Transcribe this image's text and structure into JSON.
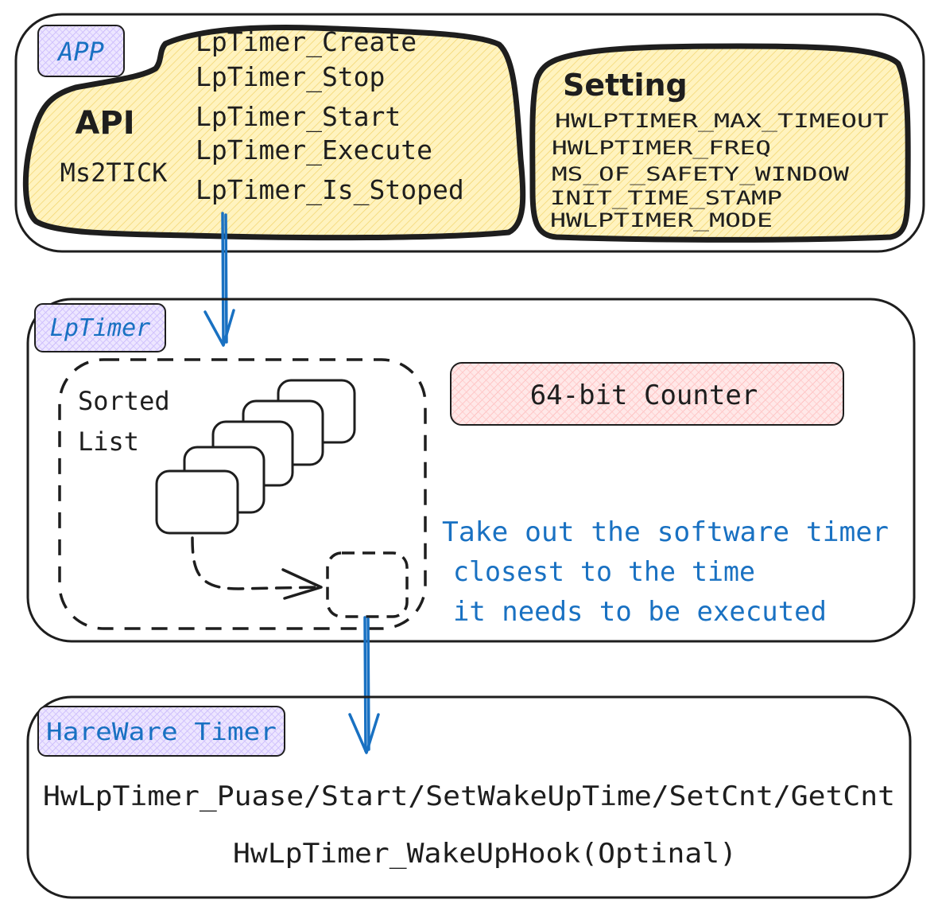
{
  "app": {
    "tag": "APP",
    "api_title": "API",
    "ms2tick": "Ms2TICK",
    "api_items": [
      "LpTimer_Create",
      "LpTimer_Stop",
      "LpTimer_Start",
      "LpTimer_Execute",
      "LpTimer_Is_Stoped"
    ],
    "setting_title": "Setting",
    "setting_items": [
      "HWLPTIMER_MAX_TIMEOUT",
      "HWLPTIMER_FREQ",
      "MS_OF_SAFETY_WINDOW",
      "INIT_TIME_STAMP",
      "HWLPTIMER_MODE"
    ]
  },
  "lptimer": {
    "tag": "LpTimer",
    "sorted_list_line1": "Sorted",
    "sorted_list_line2": "List",
    "counter": "64-bit Counter",
    "note_lines": [
      "Take out the software timer",
      "closest to the time",
      "it needs to be executed"
    ]
  },
  "hardware": {
    "tag": "HareWare Timer",
    "line1": "HwLpTimer_Puase/Start/SetWakeUpTime/SetCnt/GetCnt",
    "line2": "HwLpTimer_WakeUpHook(Optinal)"
  },
  "colors": {
    "ink": "#1e1e1e",
    "arrow_blue": "#1971c2",
    "yellow_fill": "#fff3bf",
    "yellow_hatch": "#f5d76e",
    "tag_fill": "#e5dbff",
    "tag_hatch": "#b197fc",
    "counter_fill": "#ffe3e3",
    "counter_hatch": "#ffa8a8"
  }
}
